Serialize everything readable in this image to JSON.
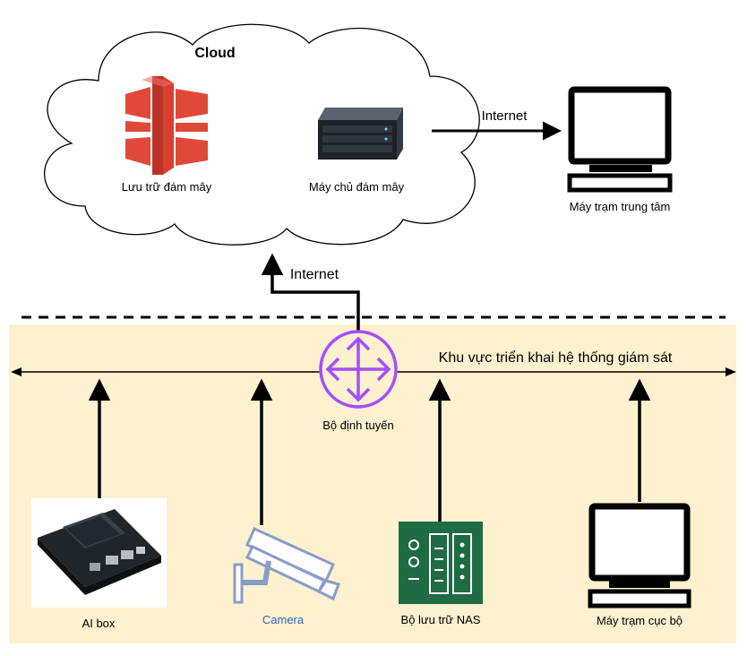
{
  "cloud": {
    "title": "Cloud",
    "storage_label": "Lưu trữ đám mây",
    "server_label": "Máy chủ đám mây"
  },
  "links": {
    "cloud_to_central": "Internet",
    "router_to_cloud": "Internet"
  },
  "central_workstation_label": "Máy trạm trung tâm",
  "zone": {
    "title": "Khu vực triển khai hệ thống giám sát",
    "router_label": "Bộ định tuyến"
  },
  "devices": {
    "ai_box": "AI box",
    "camera": "Camera",
    "nas": "Bộ lưu trữ NAS",
    "local_workstation": "Máy trạm cục bộ"
  },
  "colors": {
    "zone_bg": "#fdf1cf",
    "router": "#a64dff",
    "storage_red": "#e0493a",
    "nas_green": "#1f6b43",
    "camera_blue": "#8a9cc8",
    "camera_label": "#2f66c4"
  }
}
